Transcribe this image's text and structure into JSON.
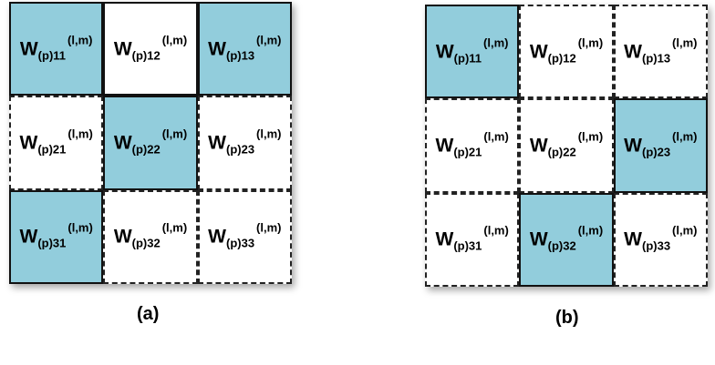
{
  "panels": [
    {
      "caption": "(a)",
      "cells": [
        {
          "w": "W",
          "sub": "(p)11",
          "sup": "(l,m)",
          "highlighted": true,
          "border": "solid"
        },
        {
          "w": "W",
          "sub": "(p)12",
          "sup": "(l,m)",
          "highlighted": false,
          "border": "solid"
        },
        {
          "w": "W",
          "sub": "(p)13",
          "sup": "(l,m)",
          "highlighted": true,
          "border": "solid"
        },
        {
          "w": "W",
          "sub": "(p)21",
          "sup": "(l,m)",
          "highlighted": false,
          "border": "dashed"
        },
        {
          "w": "W",
          "sub": "(p)22",
          "sup": "(l,m)",
          "highlighted": true,
          "border": "solid"
        },
        {
          "w": "W",
          "sub": "(p)23",
          "sup": "(l,m)",
          "highlighted": false,
          "border": "dashed"
        },
        {
          "w": "W",
          "sub": "(p)31",
          "sup": "(l,m)",
          "highlighted": true,
          "border": "solid"
        },
        {
          "w": "W",
          "sub": "(p)32",
          "sup": "(l,m)",
          "highlighted": false,
          "border": "dashed"
        },
        {
          "w": "W",
          "sub": "(p)33",
          "sup": "(l,m)",
          "highlighted": false,
          "border": "dashed"
        }
      ]
    },
    {
      "caption": "(b)",
      "cells": [
        {
          "w": "W",
          "sub": "(p)11",
          "sup": "(l,m)",
          "highlighted": true,
          "border": "solid"
        },
        {
          "w": "W",
          "sub": "(p)12",
          "sup": "(l,m)",
          "highlighted": false,
          "border": "dashed"
        },
        {
          "w": "W",
          "sub": "(p)13",
          "sup": "(l,m)",
          "highlighted": false,
          "border": "dashed"
        },
        {
          "w": "W",
          "sub": "(p)21",
          "sup": "(l,m)",
          "highlighted": false,
          "border": "dashed"
        },
        {
          "w": "W",
          "sub": "(p)22",
          "sup": "(l,m)",
          "highlighted": false,
          "border": "dashed"
        },
        {
          "w": "W",
          "sub": "(p)23",
          "sup": "(l,m)",
          "highlighted": true,
          "border": "solid"
        },
        {
          "w": "W",
          "sub": "(p)31",
          "sup": "(l,m)",
          "highlighted": false,
          "border": "dashed"
        },
        {
          "w": "W",
          "sub": "(p)32",
          "sup": "(l,m)",
          "highlighted": true,
          "border": "solid"
        },
        {
          "w": "W",
          "sub": "(p)33",
          "sup": "(l,m)",
          "highlighted": false,
          "border": "dashed"
        }
      ]
    }
  ],
  "colors": {
    "highlight": "#92cddc",
    "background": "#ffffff",
    "border": "#111111"
  }
}
